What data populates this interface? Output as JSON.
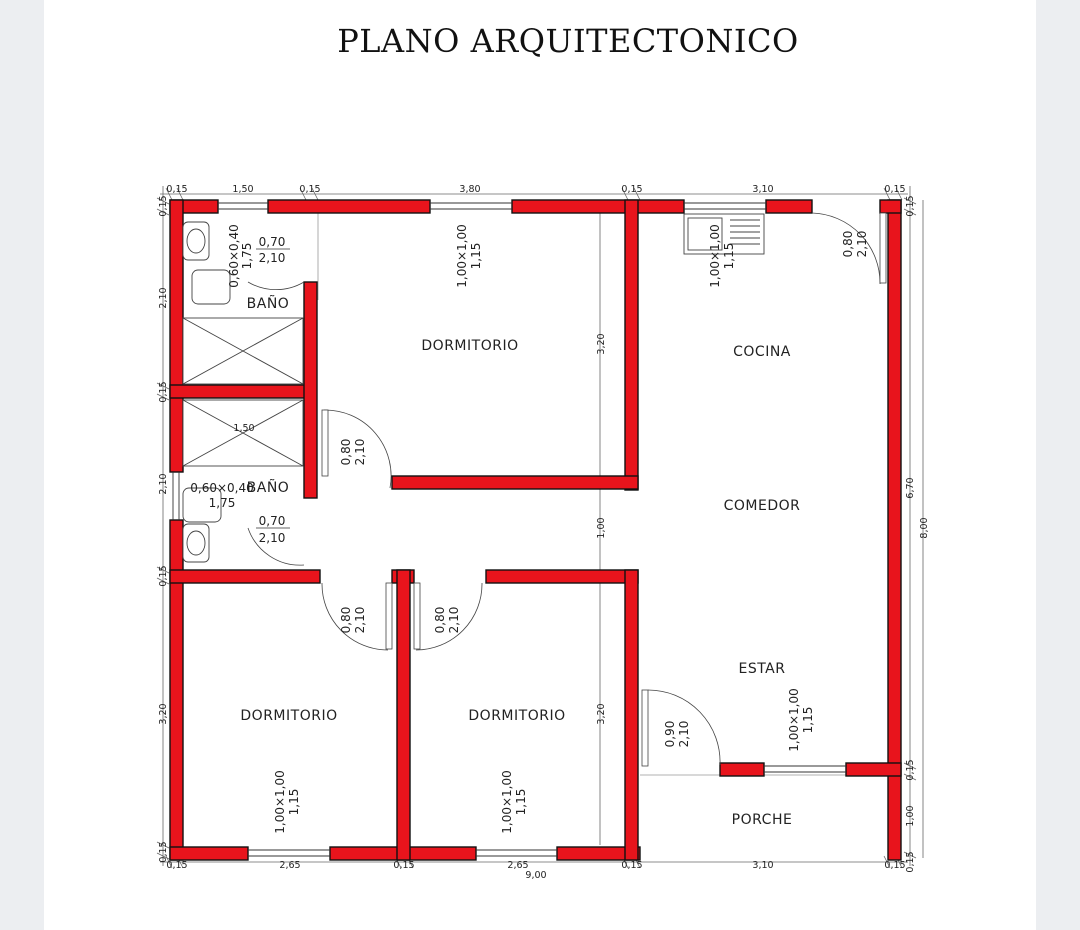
{
  "title": "PLANO ARQUITECTONICO",
  "rooms": {
    "bano_top": "BAÑO",
    "bano_bottom": "BAÑO",
    "dormitorio_top": "DORMITORIO",
    "dormitorio_left": "DORMITORIO",
    "dormitorio_mid": "DORMITORIO",
    "cocina": "COCINA",
    "comedor": "COMEDOR",
    "estar": "ESTAR",
    "porche": "PORCHE"
  },
  "labels": {
    "window_a": "0,60×0,40",
    "sill_a": "1,75",
    "window_b": "0,60×0,40",
    "sill_b": "1,75",
    "door_070_a": "0,70",
    "door_070_a_h": "2,10",
    "door_070_b": "0,70",
    "door_070_b_h": "2,10",
    "win_dorm_top": "1,00×1,00",
    "win_dorm_top_h": "1,15",
    "win_cocina": "1,00×1,00",
    "win_cocina_h": "1,15",
    "win_estar": "1,00×1,00",
    "win_estar_h": "1,15",
    "win_dorm_left": "1,00×1,00",
    "win_dorm_left_h": "1,15",
    "win_dorm_mid": "1,00×1,00",
    "win_dorm_mid_h": "1,15",
    "door_cocina": "0,80",
    "door_cocina_h": "2,10",
    "door_dorm_top": "0,80",
    "door_dorm_top_h": "2,10",
    "door_dorm_left": "0,80",
    "door_dorm_left_h": "2,10",
    "door_dorm_mid": "0,80",
    "door_dorm_mid_h": "2,10",
    "door_estar": "0,90",
    "door_estar_h": "2,10",
    "shower_width": "1,50"
  },
  "dimensions": {
    "top": [
      "0,15",
      "1,50",
      "0,15",
      "3,80",
      "0,15",
      "3,10",
      "0,15"
    ],
    "bottom": [
      "0,15",
      "2,65",
      "0,15",
      "2,65",
      "0,15",
      "3,10",
      "0,15"
    ],
    "total_width": "9,00",
    "left": [
      "0,15",
      "2,10",
      "0,15",
      "2,10",
      "0,15",
      "3,20",
      "0,15"
    ],
    "inner_vertical": [
      "3,20",
      "1,00",
      "3,20"
    ],
    "right": [
      "0,15",
      "6,70",
      "0,15",
      "1,00",
      "0,15"
    ],
    "total_height": "8,00"
  },
  "colors": {
    "wall": "#e8141c",
    "wall_outline": "#111111",
    "dim_line": "#555555"
  }
}
